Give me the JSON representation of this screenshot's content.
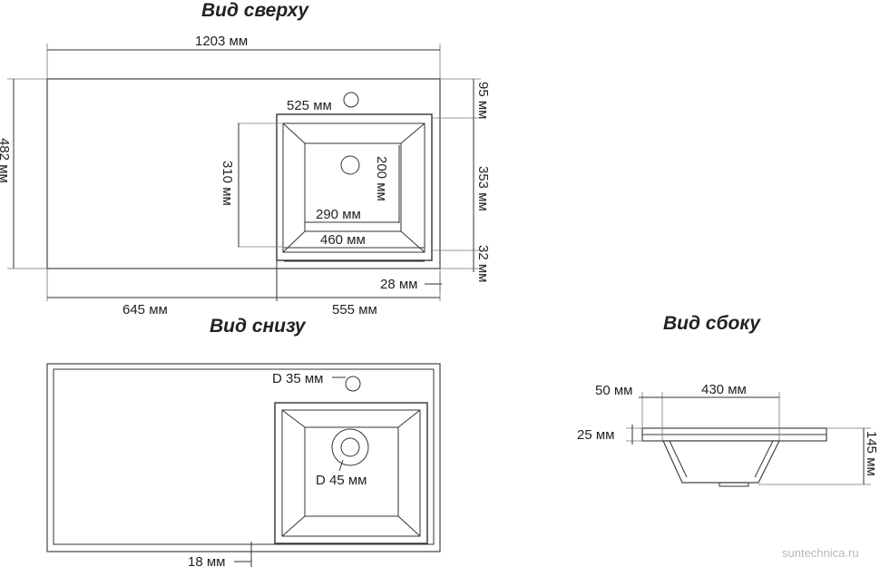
{
  "colors": {
    "stroke": "#333333",
    "text": "#222222",
    "watermark": "#b8b8b8",
    "background": "#ffffff"
  },
  "titles": {
    "top_view": "Вид сверху",
    "bottom_view": "Вид снизу",
    "side_view": "Вид сбоку"
  },
  "top_view_dims": {
    "total_width": "1203 мм",
    "total_depth": "482 мм",
    "tap_offset": "525 мм",
    "back_margin": "95 мм",
    "bowl_depth": "353 мм",
    "front_margin": "32 мм",
    "bowl_inner_depth": "310 мм",
    "drain_depth": "200 мм",
    "bottom_width": "290 мм",
    "bowl_width": "460 мм",
    "rim": "28 мм",
    "left_section": "645 мм",
    "right_section": "555 мм"
  },
  "bottom_view_dims": {
    "tap_hole": "D 35 мм",
    "drain_hole": "D 45 мм",
    "edge": "18 мм"
  },
  "side_view_dims": {
    "lip": "50 мм",
    "bowl_length": "430 мм",
    "slab_thickness": "25 мм",
    "total_height": "145 мм"
  },
  "watermark": "suntechnica.ru"
}
